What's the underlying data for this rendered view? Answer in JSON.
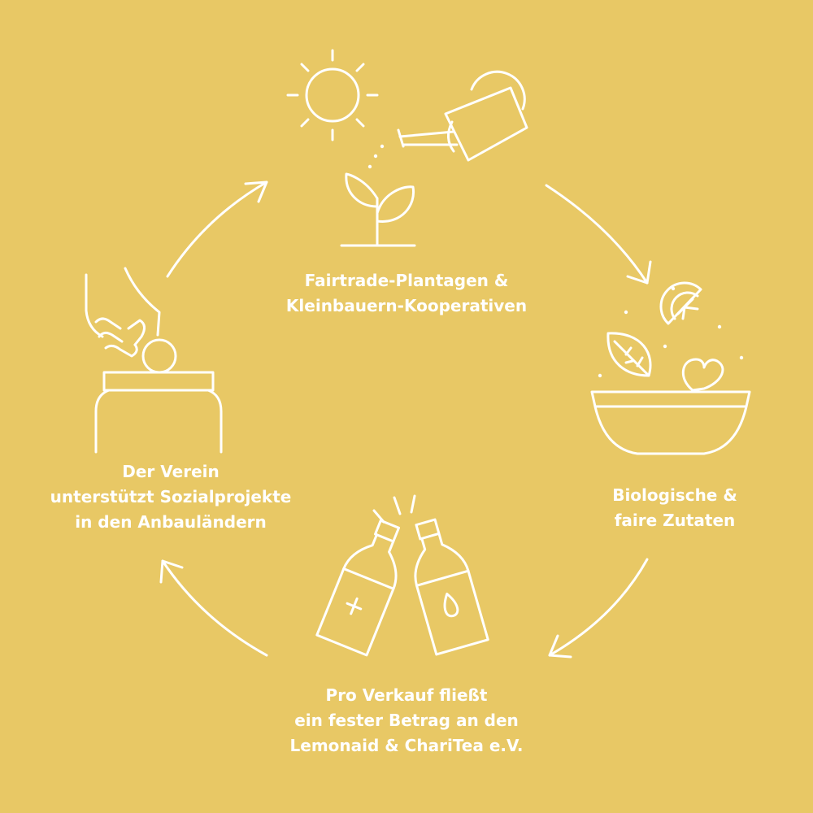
{
  "colors": {
    "background": "#E8C865",
    "foreground": "#FFFFFF"
  },
  "steps": [
    {
      "icon": "sprout-sun-watering-can-icon",
      "lines": [
        "Fairtrade-Plantagen &",
        "Kleinbauern-Kooperativen"
      ]
    },
    {
      "icon": "bowl-leaf-lemon-heart-icon",
      "lines": [
        "Biologische &",
        "faire Zutaten"
      ]
    },
    {
      "icon": "clinking-bottles-icon",
      "lines": [
        "Pro Verkauf fließt",
        "ein fester Betrag an den",
        "Lemonaid & ChariTea e.V."
      ]
    },
    {
      "icon": "hand-coin-jar-icon",
      "lines": [
        "Der Verein",
        "unterstützt Sozialprojekte",
        "in den Anbauländern"
      ]
    }
  ]
}
